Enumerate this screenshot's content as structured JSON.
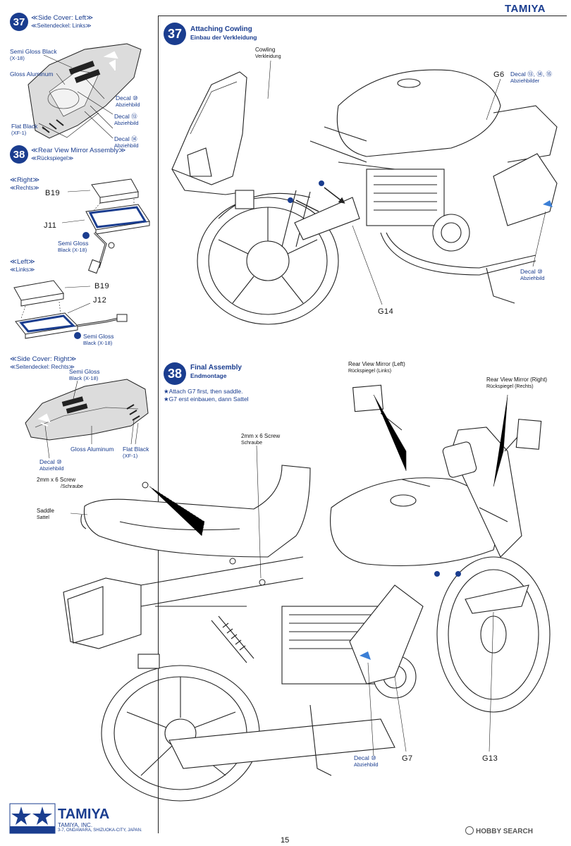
{
  "header": {
    "brand": "TAMIYA"
  },
  "step37a": {
    "num": "37",
    "title": "≪Side Cover: Left≫",
    "subtitle": "≪Seitendeckel: Links≫",
    "labels": {
      "semi_gloss": "Semi Gloss Black",
      "semi_gloss_code": "(X-18)",
      "gloss_aluminum": "Gloss Aluminum",
      "flat_black": "Flat Black",
      "flat_black_code": "(XF-1)",
      "decal10": "Decal ⑩",
      "decal10_de": "Abziehbild",
      "decal13": "Decal ⑬",
      "decal13_de": "Abziehbild",
      "decal14": "Decal ⑭",
      "decal14_de": "Abziehbild"
    }
  },
  "step38a": {
    "num": "38",
    "title": "≪Rear View Mirror Assembly≫",
    "subtitle": "≪Rückspiegel≫",
    "right_en": "≪Right≫",
    "right_de": "≪Rechts≫",
    "left_en": "≪Left≫",
    "left_de": "≪Links≫",
    "part_b19": "B19",
    "part_j11": "J11",
    "part_j12": "J12",
    "semi_gloss_right": "Semi Gloss Black (X-18)",
    "semi_gloss_left_1": "Semi Gloss",
    "semi_gloss_left_2": "Black (X-18)",
    "semi_gloss_right_1": "Semi Gloss",
    "semi_gloss_right_2": "Black (X-18)"
  },
  "side_cover_right": {
    "title": "≪Side Cover: Right≫",
    "subtitle": "≪Seitendeckel: Rechts≫",
    "semi_gloss_1": "Semi Gloss",
    "semi_gloss_2": "Black (X-18)",
    "gloss_aluminum": "Gloss Aluminum",
    "flat_black": "Flat Black",
    "flat_black_code": "(XF-1)",
    "decal10": "Decal ⑩",
    "decal10_de": "Abziehbild"
  },
  "step37b": {
    "num": "37",
    "title": "Attaching Cowling",
    "subtitle": "Einbau der Verkleidung",
    "cowling": "Cowling",
    "cowling_de": "Verkleidung",
    "g6": "G6",
    "decal_top": "Decal ⑬, ⑭, ⑮",
    "decal_top_de": "Abziehbilder",
    "decal10": "Decal ⑩",
    "decal10_de": "Abziehbild",
    "g14": "G14"
  },
  "step38b": {
    "num": "38",
    "title": "Final Assembly",
    "subtitle": "Endmontage",
    "note_en": "★Attach G7 first, then saddle.",
    "note_de": "★G7 erst einbauen, dann Sattel",
    "mirror_left": "Rear View Mirror (Left)",
    "mirror_left_de": "Rückspiegel (Links)",
    "mirror_right": "Rear View Mirror (Right)",
    "mirror_right_de": "Rückspiegel (Rechts)",
    "screw_a": "2mm x 6 Screw",
    "screw_a_de": "Schraube",
    "screw_b": "2mm x 6 Screw",
    "screw_b_de": "/Schraube",
    "saddle": "Saddle",
    "saddle_de": "Sattel",
    "decal10": "Decal ⑩",
    "decal10_de": "Abziehbild",
    "g7": "G7",
    "g13": "G13"
  },
  "footer": {
    "brand": "TAMIYA",
    "company": "TAMIYA, INC.",
    "address": "3-7, ONDAWARA, SHIZUOKA-CITY, JAPAN.",
    "page": "15",
    "watermark": "HOBBY SEARCH"
  },
  "colors": {
    "ink": "#111111",
    "accent": "#1a3d8f",
    "paint_blue": "#3b7fd6"
  }
}
